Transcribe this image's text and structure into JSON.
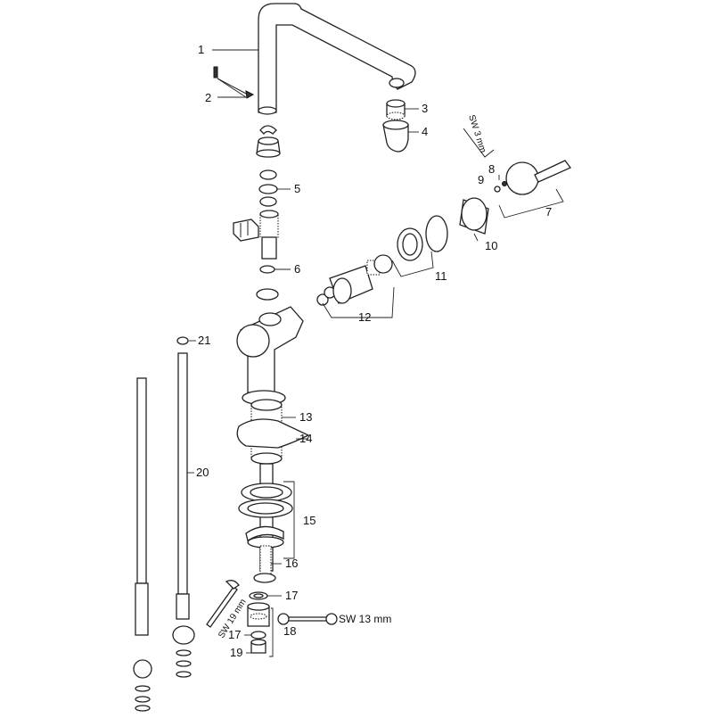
{
  "callouts": {
    "c1": "1",
    "c2": "2",
    "c3": "3",
    "c4": "4",
    "c5": "5",
    "c6": "6",
    "c7": "7",
    "c8": "8",
    "c9": "9",
    "c10": "10",
    "c11": "11",
    "c12": "12",
    "c13": "13",
    "c14": "14",
    "c15": "15",
    "c16": "16",
    "c17a": "17",
    "c17b": "17",
    "c18": "18",
    "c19": "19",
    "c20": "20",
    "c21": "21"
  },
  "tools": {
    "hex_key": "SW 3 mm",
    "wrench_19": "SW 19 mm",
    "wrench_13": "SW 13 mm"
  }
}
